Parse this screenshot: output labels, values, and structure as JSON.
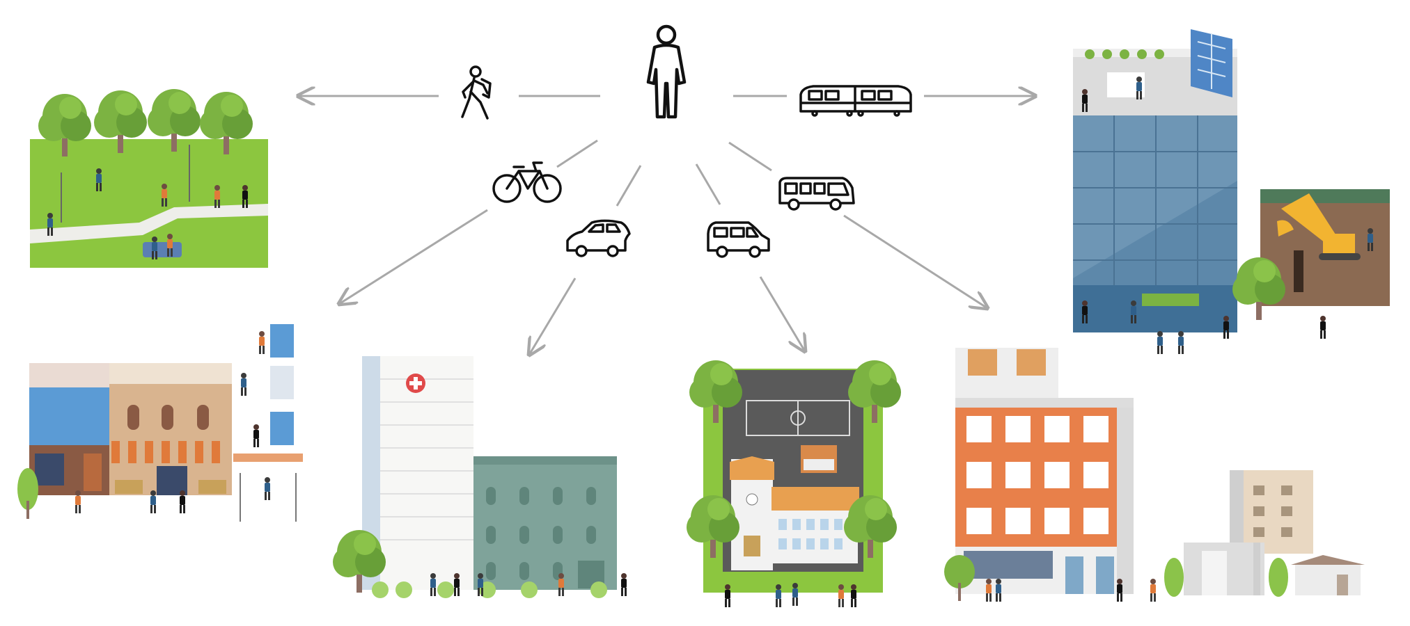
{
  "diagram": {
    "hub": {
      "icon": "person-icon"
    },
    "transport_modes": [
      {
        "id": "walk",
        "icon": "pedestrian-icon"
      },
      {
        "id": "bike",
        "icon": "bicycle-icon"
      },
      {
        "id": "car",
        "icon": "car-icon"
      },
      {
        "id": "van",
        "icon": "van-icon"
      },
      {
        "id": "bus",
        "icon": "bus-icon"
      },
      {
        "id": "train",
        "icon": "train-icon"
      }
    ],
    "destinations": [
      {
        "id": "park",
        "icon": "park-illustration"
      },
      {
        "id": "shops",
        "icon": "shopping-street-illustration"
      },
      {
        "id": "hospital",
        "icon": "hospital-illustration"
      },
      {
        "id": "school",
        "icon": "school-illustration"
      },
      {
        "id": "housing",
        "icon": "apartment-illustration"
      },
      {
        "id": "office",
        "icon": "office-tower-illustration"
      },
      {
        "id": "construction",
        "icon": "construction-site-illustration"
      }
    ],
    "colors": {
      "arrow": "#a8a8a8",
      "icon_stroke": "#111111",
      "grass": "#8cc63f",
      "tree": "#7cb342",
      "office_glass": "#5d88aa",
      "brick_orange": "#e8804a",
      "hospital_green": "#7fa39a",
      "school_court": "#5a5a5a",
      "shop_blue": "#5b9bd5",
      "shop_tan": "#d9b48f"
    }
  }
}
